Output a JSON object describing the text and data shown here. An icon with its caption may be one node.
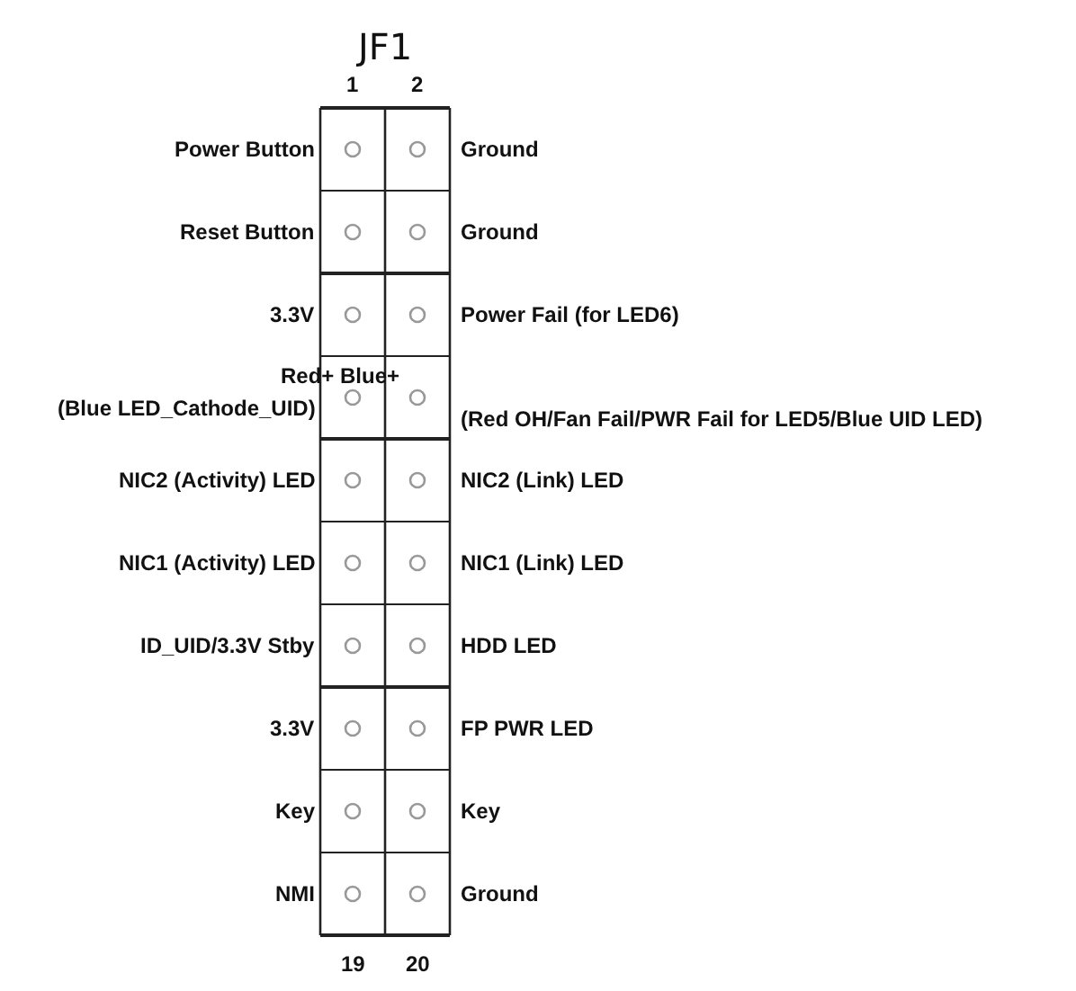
{
  "diagram": {
    "title": "JF1",
    "labels": [
      "1",
      "2",
      "Power Button",
      "Ground",
      "Reset Button",
      "Ground",
      "3.3V",
      "Power Fail (for LED6)",
      "Red+ Blue+",
      "(Blue LED_Cathode_UID)",
      "(Red OH/Fan Fail/PWR Fail for LED5/Blue UID LED)",
      "NIC2 (Activity) LED",
      "NIC2 (Link) LED",
      "NIC1 (Activity) LED",
      "NIC1 (Link) LED",
      "ID_UID/3.3V Stby",
      "HDD LED",
      "3.3V",
      "FP PWR LED",
      "Key",
      "Key",
      "NMI",
      "Ground",
      "19",
      "20"
    ]
  }
}
